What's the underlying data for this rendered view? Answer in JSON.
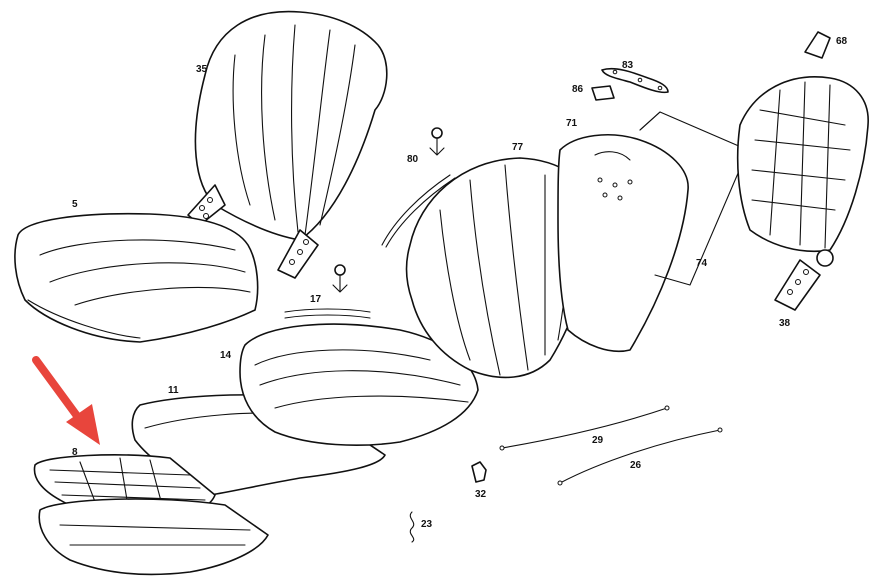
{
  "arrow_color": "#e8453c",
  "line_color": "#111111",
  "parts": [
    {
      "id": "5",
      "label": "5"
    },
    {
      "id": "8",
      "label": "8"
    },
    {
      "id": "11",
      "label": "11"
    },
    {
      "id": "14",
      "label": "14"
    },
    {
      "id": "17",
      "label": "17"
    },
    {
      "id": "23",
      "label": "23"
    },
    {
      "id": "26",
      "label": "26"
    },
    {
      "id": "29",
      "label": "29"
    },
    {
      "id": "32",
      "label": "32"
    },
    {
      "id": "35",
      "label": "35"
    },
    {
      "id": "38",
      "label": "38"
    },
    {
      "id": "68",
      "label": "68"
    },
    {
      "id": "71",
      "label": "71"
    },
    {
      "id": "74",
      "label": "74"
    },
    {
      "id": "77",
      "label": "77"
    },
    {
      "id": "80",
      "label": "80"
    },
    {
      "id": "83",
      "label": "83"
    },
    {
      "id": "86",
      "label": "86"
    }
  ],
  "highlighted_part": "8"
}
